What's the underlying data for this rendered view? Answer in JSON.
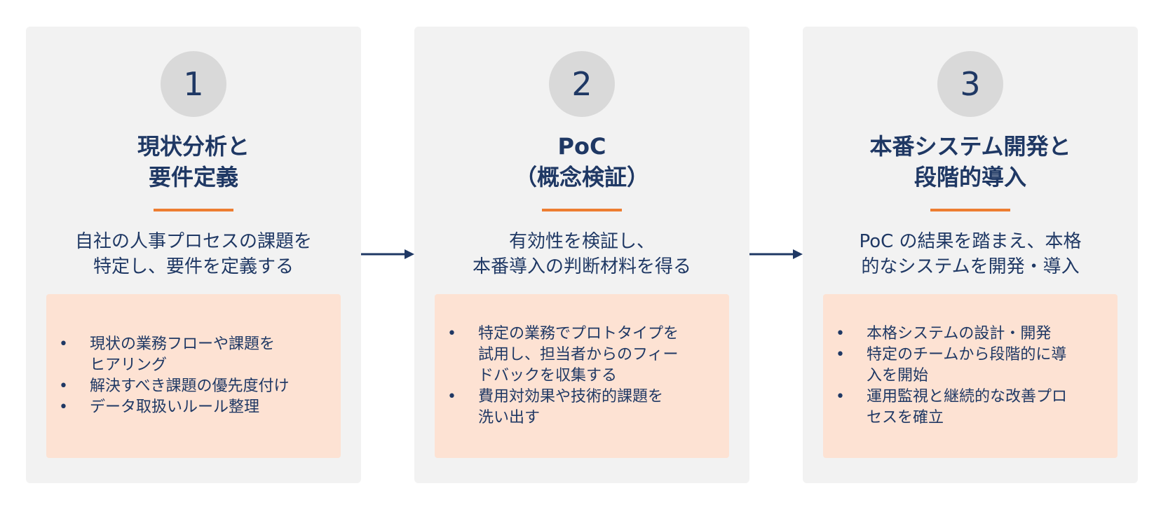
{
  "steps": [
    {
      "number": "1",
      "title": "現状分析と\n要件定義",
      "subtitle": "自社の人事プロセスの課題を\n特定し、要件を定義する",
      "items": [
        "現状の業務フローや課題を\nヒアリング",
        "解決すべき課題の優先度付け",
        "データ取扱いルール整理"
      ]
    },
    {
      "number": "2",
      "title": "PoC\n（概念検証）",
      "subtitle": "有効性を検証し、\n本番導入の判断材料を得る",
      "items": [
        "特定の業務でプロトタイプを\n試用し、担当者からのフィー\nドバックを収集する",
        "費用対効果や技術的課題を\n洗い出す"
      ]
    },
    {
      "number": "3",
      "title": "本番システム開発と\n段階的導入",
      "subtitle": "PoC の結果を踏まえ、本格\n的なシステムを開発・導入",
      "items": [
        "本格システムの設計・開発",
        "特定のチームから段階的に導\n入を開始",
        "運用監視と継続的な改善プロ\nセスを確立"
      ]
    }
  ],
  "colors": {
    "primary_text": "#1f3864",
    "accent": "#ed7d31",
    "card_bg": "#f2f2f2",
    "detail_bg": "#fde2d3",
    "circle_bg": "#d9d9d9"
  },
  "icons": {
    "connector": "arrow-right-icon"
  }
}
